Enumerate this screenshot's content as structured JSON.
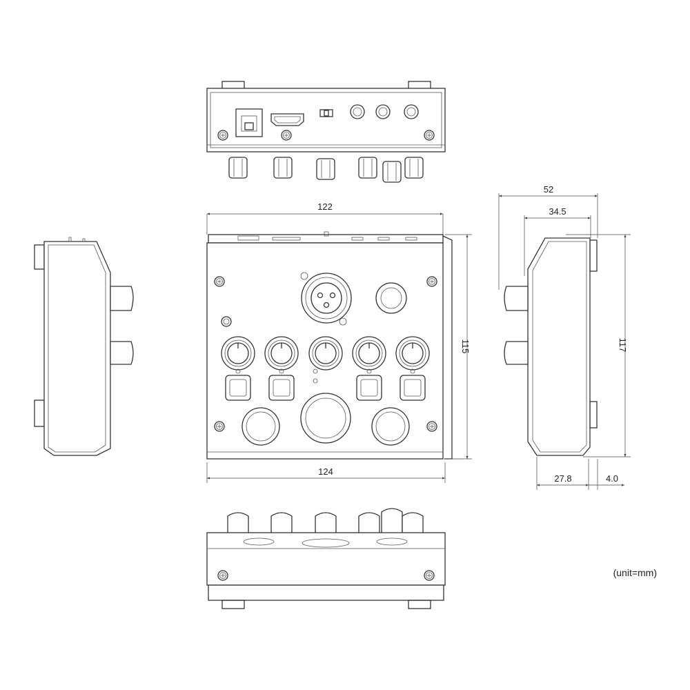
{
  "dimensions": {
    "width_top": "122",
    "width_bottom": "124",
    "height_front": "115",
    "depth_overall": "52",
    "depth_body": "34.5",
    "height_side": "117",
    "offset_base": "27.8",
    "offset_lip": "4.0"
  },
  "unit_label": "(unit=mm)"
}
